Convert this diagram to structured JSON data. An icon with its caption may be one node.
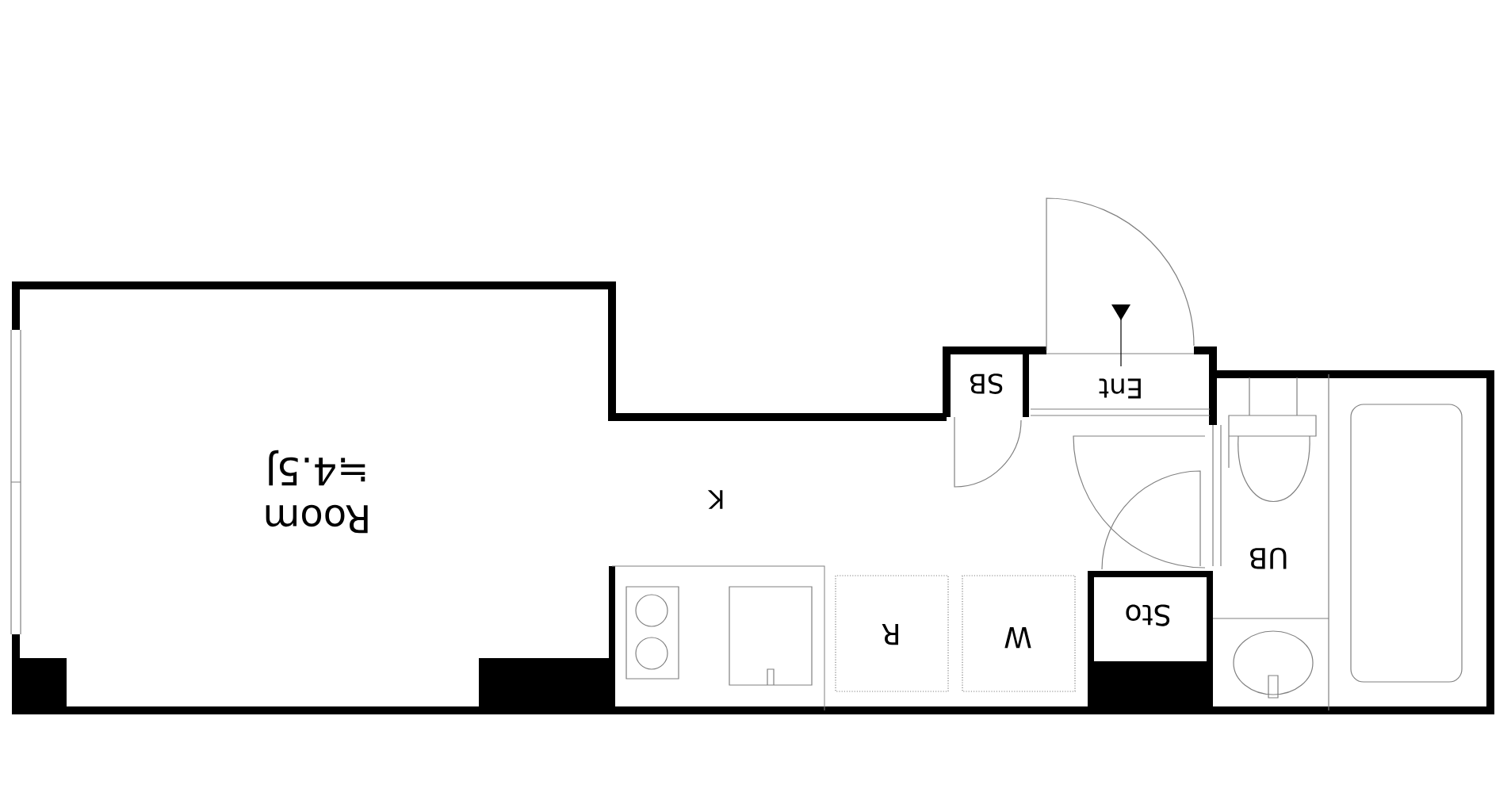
{
  "diagram": {
    "nodes": [
      {
        "text": [
          "Room",
          "≒4.5J"
        ]
      },
      {
        "text": [
          "K"
        ]
      },
      {
        "text": [
          "SB"
        ]
      },
      {
        "text": [
          "Ent"
        ]
      },
      {
        "text": [
          "UB"
        ]
      },
      {
        "text": [
          "Sto"
        ]
      },
      {
        "text": [
          "W"
        ]
      },
      {
        "text": [
          "R"
        ]
      }
    ]
  }
}
